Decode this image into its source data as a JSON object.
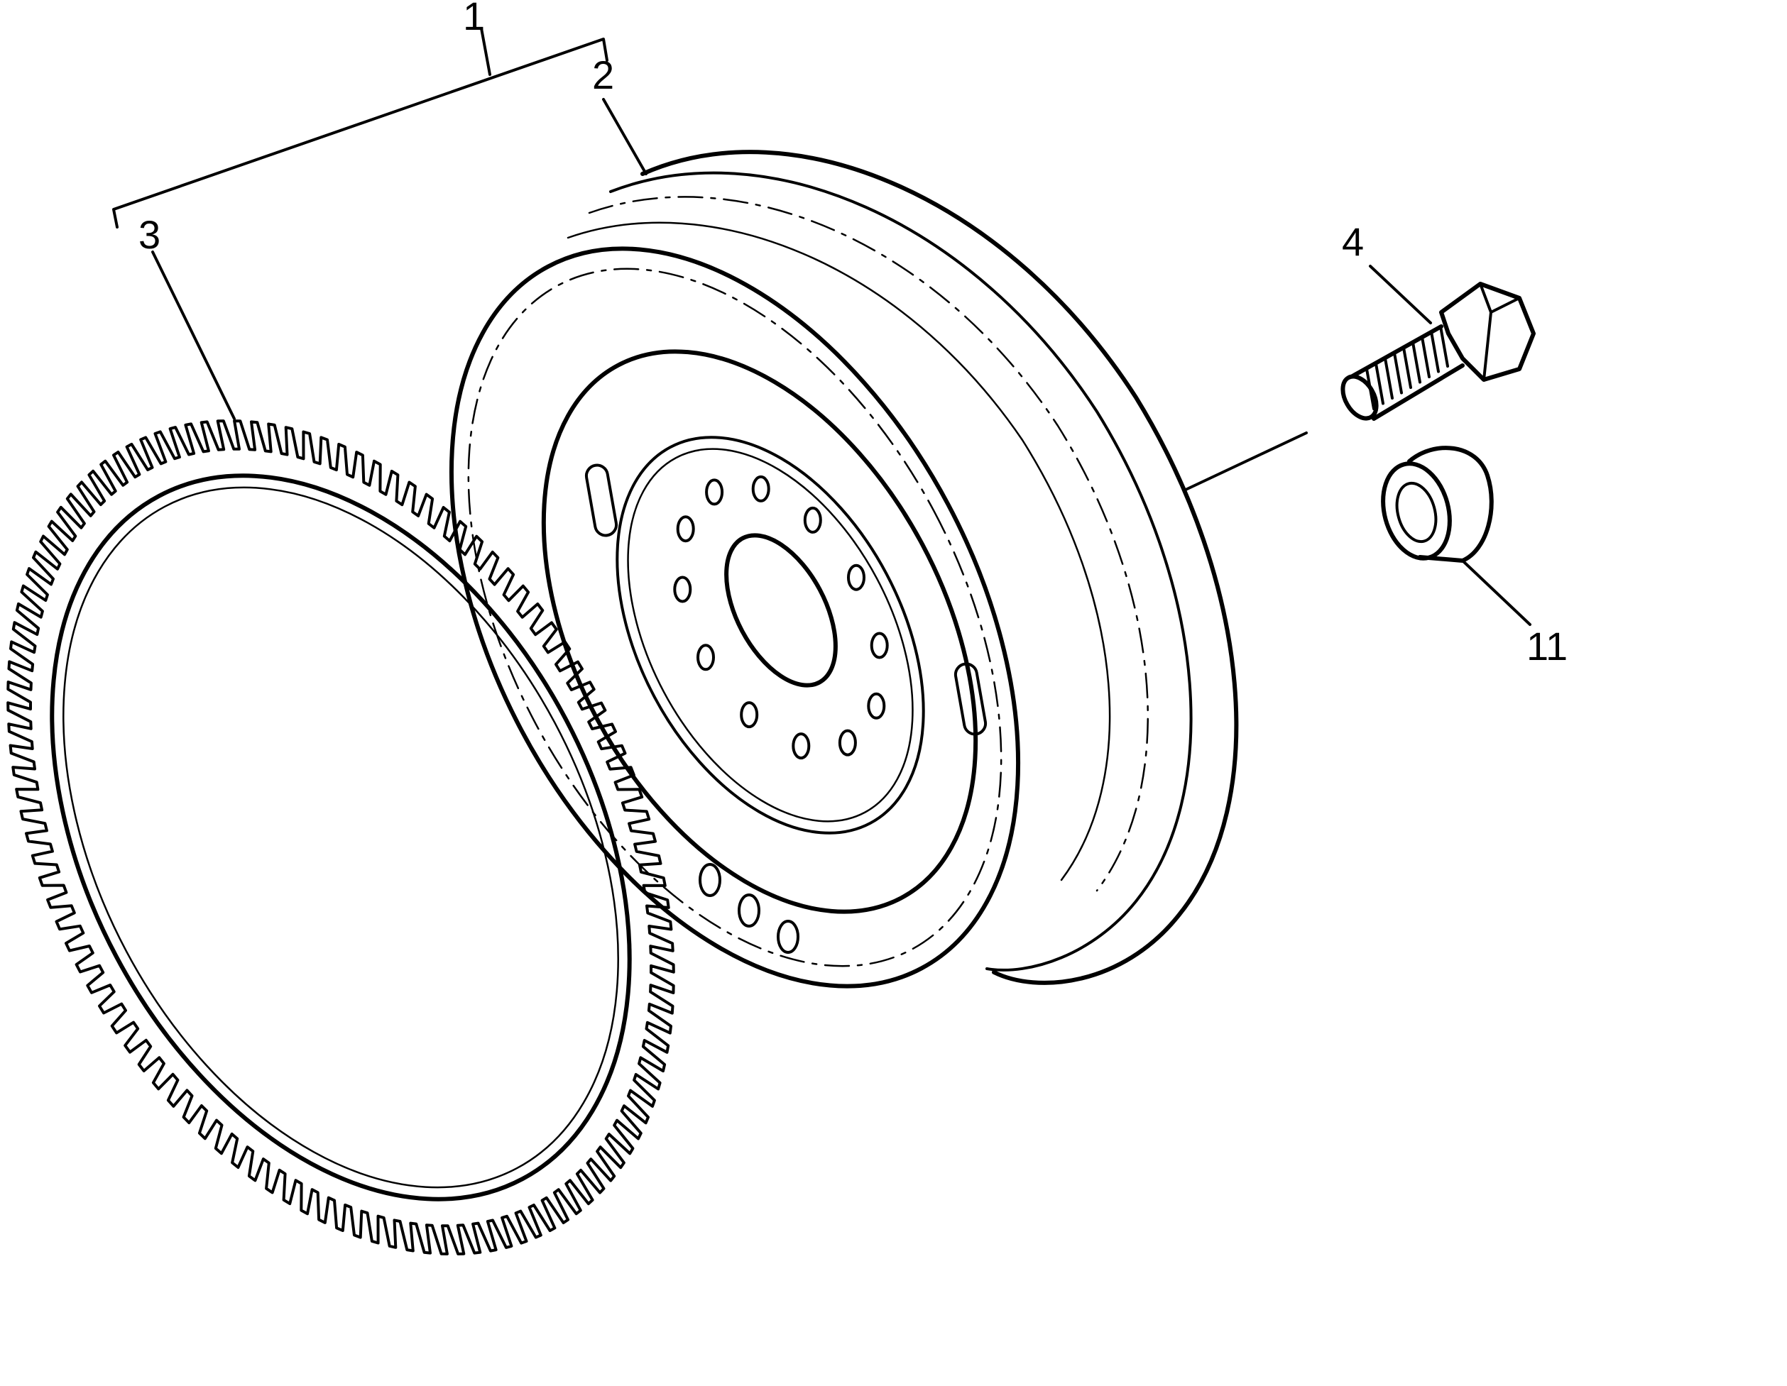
{
  "diagram": {
    "type": "exploded parts drawing",
    "colors": {
      "ink": "#000000",
      "background": "#ffffff"
    },
    "parts": [
      {
        "id": "flywheel-assembly",
        "callout": "1"
      },
      {
        "id": "flywheel",
        "callout": "2"
      },
      {
        "id": "ring-gear",
        "callout": "3"
      },
      {
        "id": "bolt",
        "callout": "4"
      },
      {
        "id": "bushing",
        "callout": "11"
      }
    ]
  },
  "labels": {
    "callout_1": "1",
    "callout_2": "2",
    "callout_3": "3",
    "callout_4": "4",
    "callout_11": "11"
  }
}
